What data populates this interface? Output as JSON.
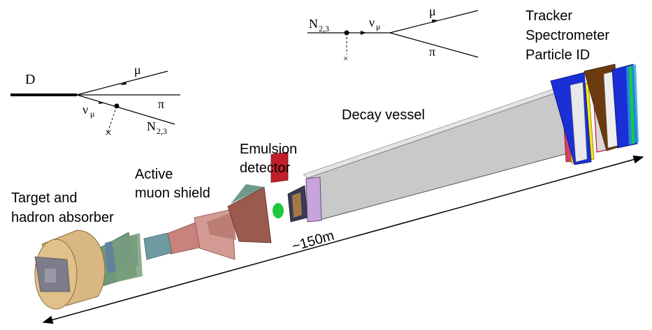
{
  "labels": {
    "target": [
      "Target and",
      "hadron absorber"
    ],
    "muon_shield": [
      "Active",
      "muon shield"
    ],
    "emulsion": [
      "Emulsion",
      "detector"
    ],
    "decay_vessel": "Decay vessel",
    "tracker": [
      "Tracker",
      "Spectrometer",
      "Particle ID"
    ],
    "distance": "~150m"
  },
  "diagram_left": {
    "parent": "D",
    "mu": "μ",
    "pi": "π",
    "nu": "ν",
    "nu_sub": "μ",
    "N": "N",
    "N_sub": "2,3",
    "cross": "×"
  },
  "diagram_top": {
    "N": "N",
    "N_sub": "2,3",
    "nu": "ν",
    "nu_sub": "μ",
    "mu": "μ",
    "pi": "π",
    "cross": "×"
  },
  "colors": {
    "absorber": "#d9b782",
    "shield": "#d29a92",
    "emulsion_frame": "#b3413a",
    "vessel": "#c9c9c9",
    "tracker_blue": "#1a2fd6",
    "tracker_yellow": "#f4e21a",
    "tracker_brown": "#6b3b0f"
  }
}
